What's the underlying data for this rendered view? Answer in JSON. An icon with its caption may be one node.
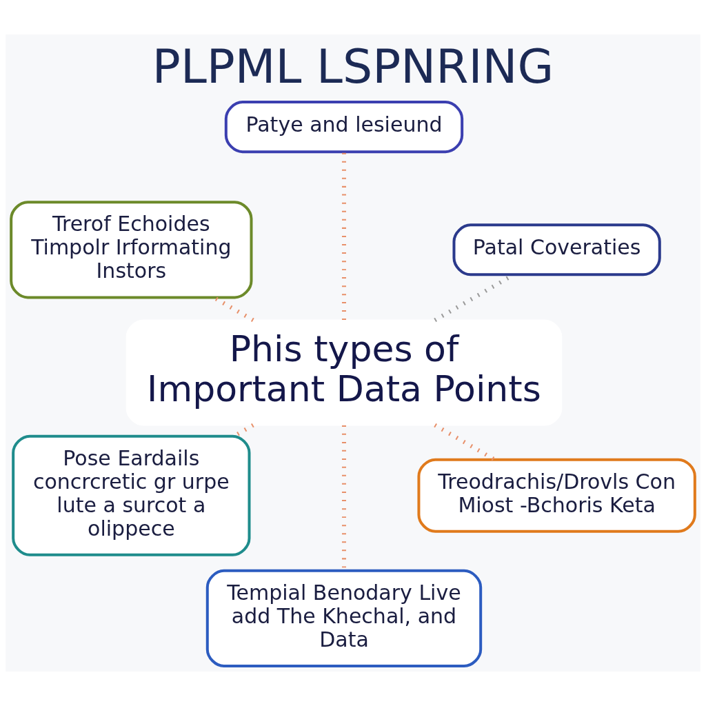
{
  "diagram": {
    "title": "PLPML LSPNRING",
    "nodes": [
      {
        "text": [
          "Phis types of",
          "Important Data Points"
        ]
      },
      {
        "text": [
          "Patal Coveraties"
        ]
      },
      {
        "text": [
          "Patye and lesieund"
        ]
      },
      {
        "text": [
          "Trerof Echoides Timpolr Irformating Instors"
        ]
      },
      {
        "text": [
          "Pose Eardails concrcretic gr urpe lute a surcot a olippece"
        ]
      },
      {
        "text": [
          "Tempial Benodary Live add The Khechal, and Data"
        ]
      },
      {
        "text": [
          "Treodrachis/Drovls Con Miost -Bchoris Keta"
        ]
      }
    ],
    "edges": [
      {
        "from": 0,
        "to": 1,
        "arrow": "none",
        "style": "dashed",
        "color": "#9a9a9a"
      },
      {
        "from": 0,
        "to": 2,
        "arrow": "none",
        "style": "dashed"
      },
      {
        "from": 0,
        "to": 3,
        "arrow": "none",
        "style": "dashed"
      },
      {
        "from": 0,
        "to": 4,
        "arrow": "none",
        "style": "dashed"
      },
      {
        "from": 0,
        "to": 5,
        "arrow": "none",
        "style": "dashed"
      },
      {
        "from": 0,
        "to": 6,
        "arrow": "none",
        "style": "dashed"
      }
    ]
  }
}
